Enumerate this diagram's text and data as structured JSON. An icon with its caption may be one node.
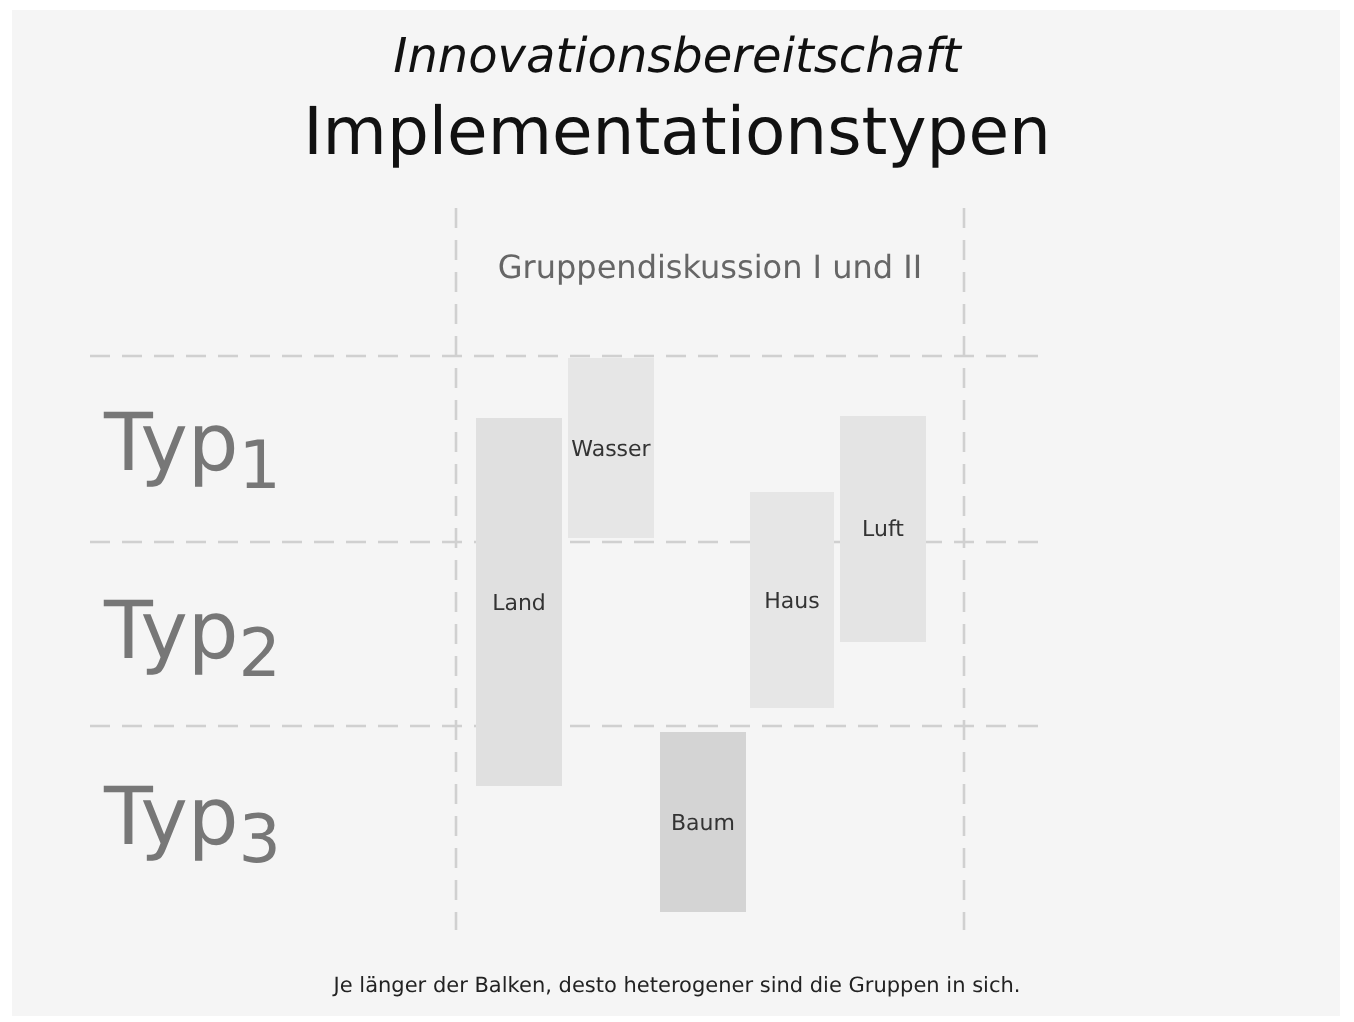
{
  "diagram": {
    "title": "Implementationstypen",
    "caption": "Je länger der Balken, desto heterogener sind die Gruppen in sich.",
    "nodes": [
      {
        "text": [
          "Wasser"
        ]
      },
      {
        "text": [
          "Land"
        ]
      },
      {
        "text": [
          "Luft"
        ]
      },
      {
        "text": [
          "Haus"
        ]
      },
      {
        "text": [
          "Baum"
        ]
      }
    ],
    "labels": [
      "Innovationsbereitschaft",
      "Gruppendiskussion I und II",
      "Typ$_{1}$",
      "Typ$_{2}$",
      "Typ$_{3}$"
    ]
  }
}
